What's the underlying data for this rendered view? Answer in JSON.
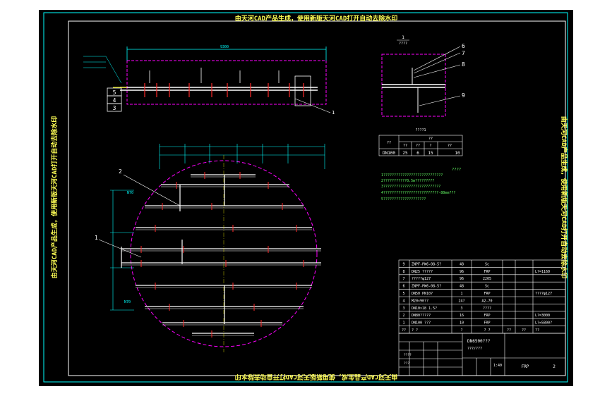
{
  "colors": {
    "viewport_bg": "#ffffff",
    "drawing_bg": "#000000",
    "border": "#00ffff",
    "frame": "#ffffff",
    "dim": "#00ffff",
    "centerline": "#ff00ff",
    "pipe": "#ffffff",
    "accent_red": "#ff2a2a",
    "accent_yellow": "#ffff00",
    "text_yellow": "#ffff55",
    "text_green": "#66ff66"
  },
  "watermark": {
    "text": "由天河CAD产品生成，使用新版天河CAD打开自动去除水印"
  },
  "labels": {
    "callouts_top": [
      "5",
      "4",
      "3",
      "1"
    ],
    "callouts_detail": [
      "6",
      "7",
      "8",
      "9"
    ],
    "callouts_plan": [
      "2",
      "1"
    ],
    "detail_head": "1",
    "detail_scale": "????"
  },
  "param_table": {
    "title": "????1",
    "header_left": "??",
    "header_span": "??",
    "sub_headers": [
      "??",
      "??",
      "?",
      "??"
    ],
    "row_label": "DN100",
    "values": [
      "25",
      "6",
      "15",
      "10"
    ]
  },
  "notes": {
    "title": "????",
    "lines": [
      "1????????????????????????????",
      "2???????????0.5m?????????",
      "3???????????????????????????",
      "4??????????????????????????-80mm???",
      "5????????????????????"
    ]
  },
  "bom": {
    "rows": [
      {
        "no": "9",
        "name": "ZNPF-PW6-08-5?",
        "qty": "48",
        "mat": "Sc",
        "note": ""
      },
      {
        "no": "8",
        "name": "DN25 ?????",
        "qty": "96",
        "mat": "FRP",
        "note": "L?=1160"
      },
      {
        "no": "7",
        "name": "?????φ127",
        "qty": "96",
        "mat": "2205",
        "note": ""
      },
      {
        "no": "6",
        "name": "ZNPF-PW6-08-5?",
        "qty": "48",
        "mat": "Sc",
        "note": ""
      },
      {
        "no": "5",
        "name": "DN50 PN10?",
        "qty": "1",
        "mat": "FRP",
        "note": "????φ127"
      },
      {
        "no": "4",
        "name": "M20×90??",
        "qty": "24?",
        "mat": "A2-70",
        "note": ""
      },
      {
        "no": "3",
        "name": "DN10×18 1.5?",
        "qty": "3",
        "mat": "????",
        "note": ""
      },
      {
        "no": "2",
        "name": "DN80?????",
        "qty": "16",
        "mat": "FRP",
        "note": "L?=3000"
      },
      {
        "no": "1",
        "name": "DN100 ???",
        "qty": "10",
        "mat": "FRP",
        "note": "L?=5800?"
      }
    ],
    "header": {
      "no": "??",
      "name": "? ?",
      "qty": "?",
      "mat": "? ?",
      "c1": "??",
      "c2": "??",
      "note": "??"
    }
  },
  "title_block": {
    "name": "DN6500???",
    "subname": "???/???",
    "material": "FRP",
    "sheet": "2",
    "scale": "1:40",
    "label_a": "????",
    "label_b": "???"
  },
  "plan_dims": {
    "top": "9300",
    "left_a": "N70",
    "left_b": "N70"
  }
}
